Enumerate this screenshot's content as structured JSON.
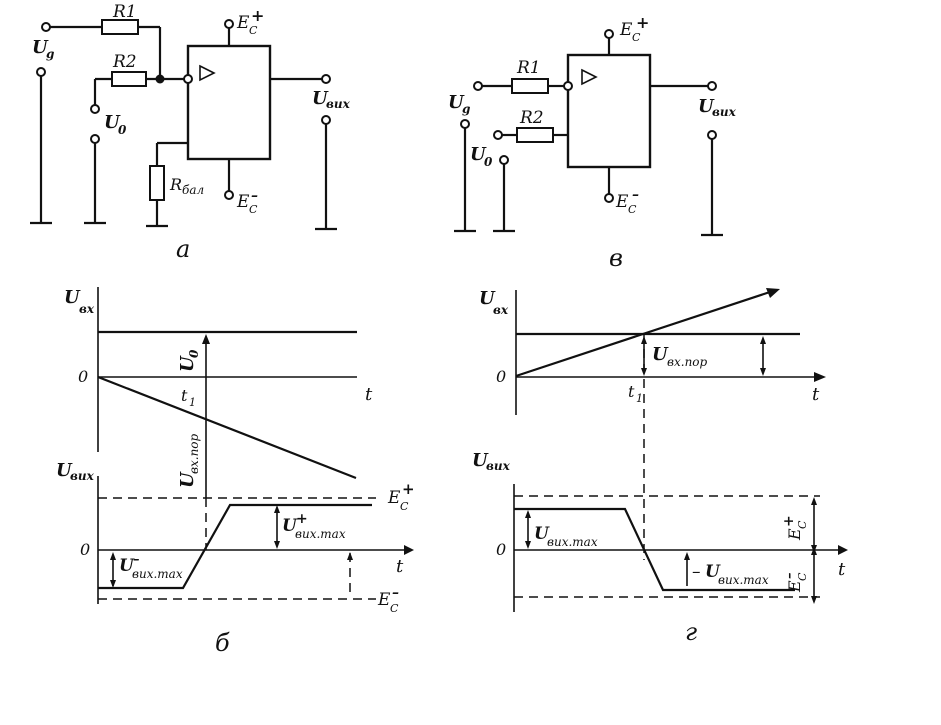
{
  "captions": {
    "a": "а",
    "b": "б",
    "v": "в",
    "g": "г"
  },
  "labels": {
    "r1": "R1",
    "r2": "R2",
    "rbal_main": "R",
    "rbal_sub": "бал",
    "u_main": "U",
    "g_sub": "g",
    "zero_sub": "0",
    "vyh_sub": "вих",
    "vh_sub": "вх",
    "vhpor_sub": "вх.пор",
    "vyhmax_sub": "вих.max",
    "e_main": "E",
    "c_sub": "C",
    "plus": "+",
    "minus": "–",
    "t": "t",
    "t1_main": "t",
    "t1_sub": "1",
    "zero": "0",
    "minus_sign": "–"
  }
}
